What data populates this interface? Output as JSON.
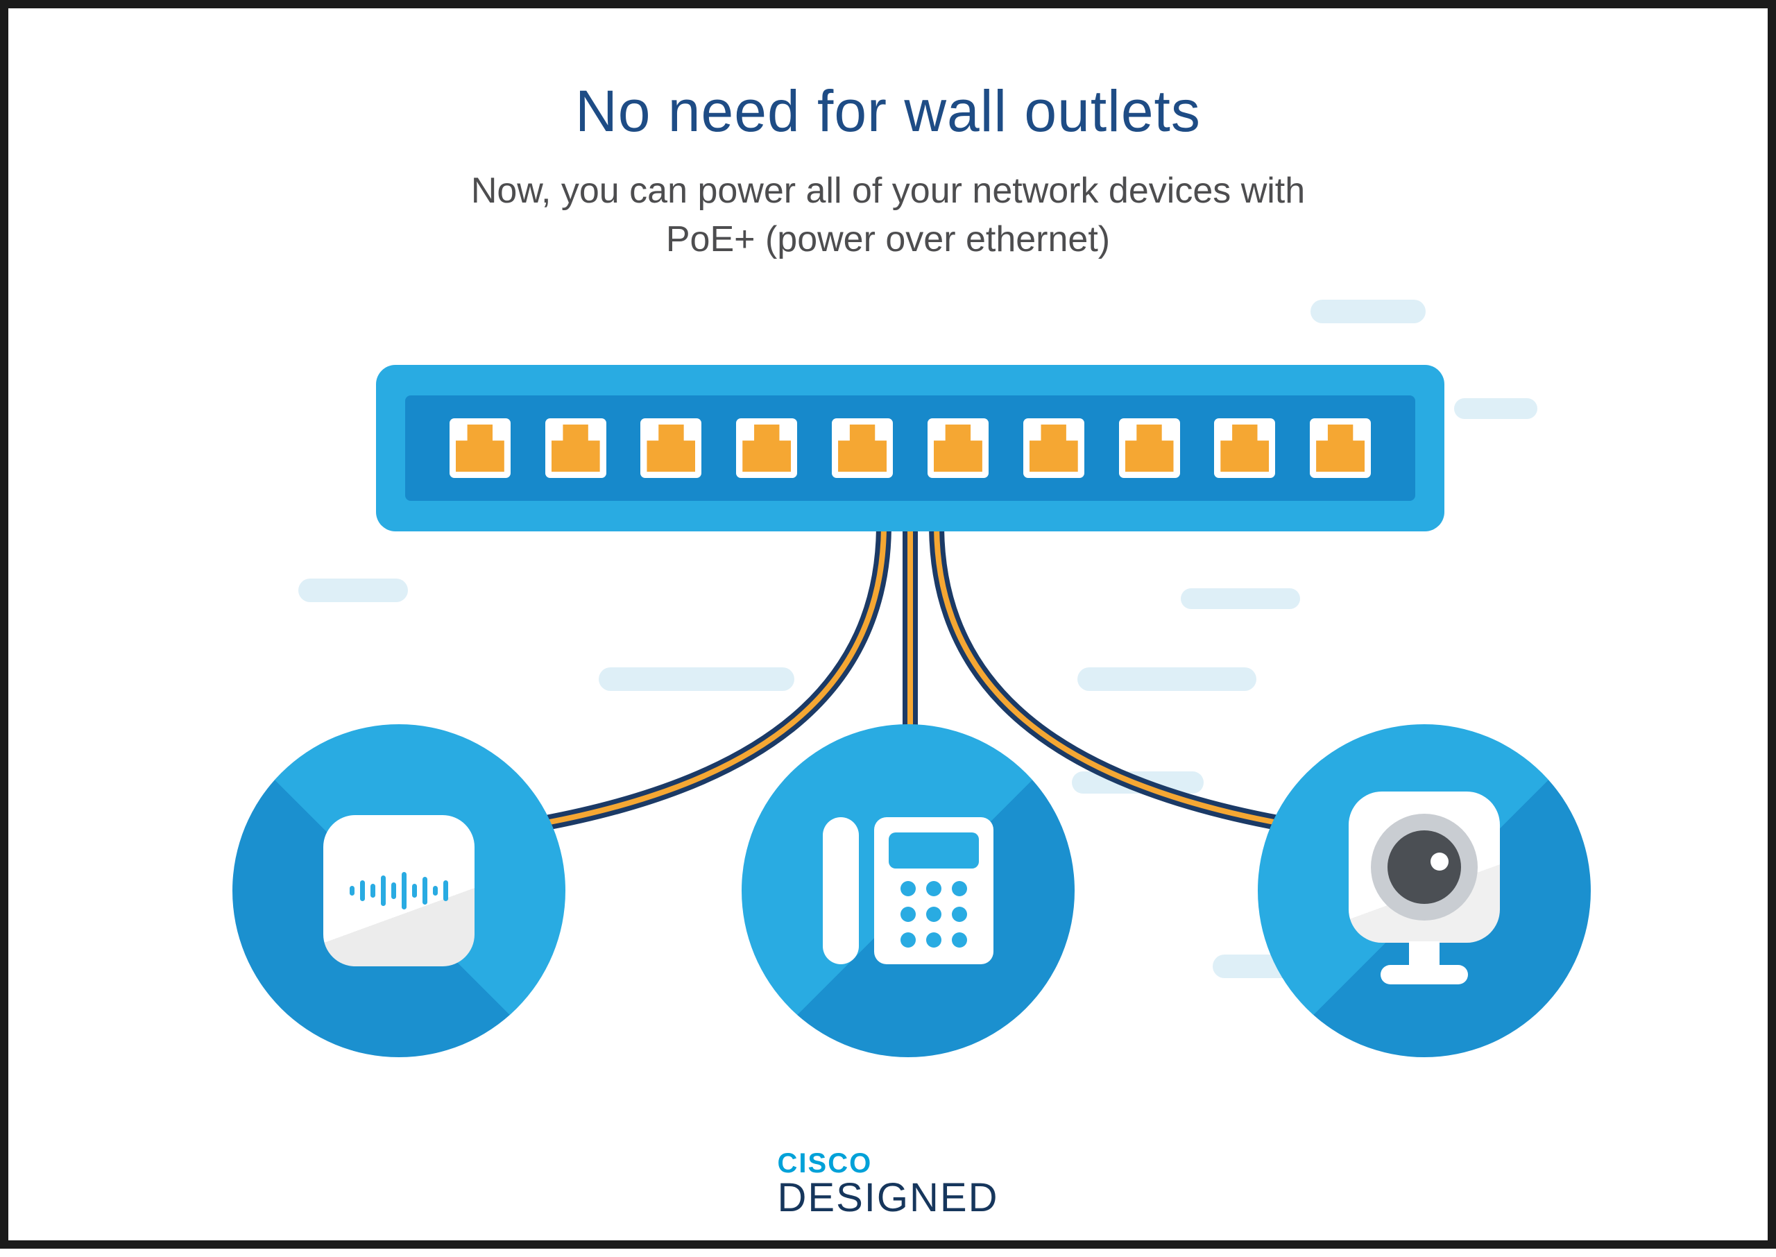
{
  "page": {
    "title": "No need for wall outlets",
    "subtitle_line1": "Now, you can power all of your network devices with",
    "subtitle_line2": "PoE+ (power over ethernet)"
  },
  "brand": {
    "name": "CISCO",
    "suffix": "DESIGNED"
  },
  "switch": {
    "port_count": 10
  },
  "phone": {
    "keypad_dots": 9
  },
  "ap_bars": [
    14,
    30,
    20,
    44,
    24,
    54,
    20,
    40,
    14,
    30
  ],
  "devices": [
    {
      "id": "access-point",
      "icon": "wireless-access-point-icon"
    },
    {
      "id": "ip-phone",
      "icon": "ip-phone-icon"
    },
    {
      "id": "webcam",
      "icon": "security-camera-icon"
    }
  ],
  "colors": {
    "accent_blue": "#29ABE2",
    "inner_blue": "#1789CB",
    "shadow_blue": "#1B90CF",
    "port_orange": "#F5A733",
    "cable_navy": "#1B3A66",
    "cable_orange": "#F5A733",
    "title_navy": "#1E4C85",
    "subtitle_gray": "#4D4D4F",
    "brand_blue": "#00A1D8",
    "brand_navy": "#16365C",
    "pill_blue": "#DEEFF7"
  }
}
